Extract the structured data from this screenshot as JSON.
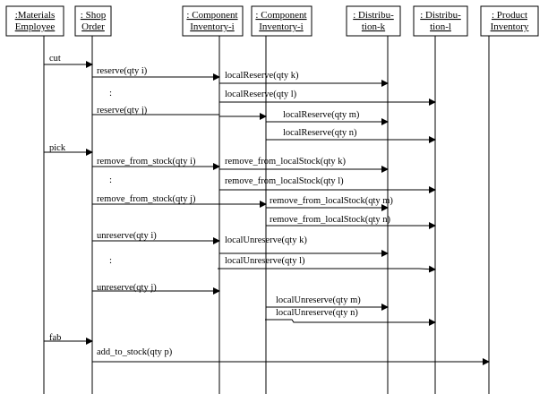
{
  "objects": [
    {
      "id": "materials-employee",
      "line1": ":Materials",
      "line2": "Employee"
    },
    {
      "id": "shop-order",
      "line1": ": Shop",
      "line2": "Order"
    },
    {
      "id": "component-inventory-1",
      "line1": ": Component",
      "line2": "Inventory-i"
    },
    {
      "id": "component-inventory-2",
      "line1": ": Component",
      "line2": "Inventory-i"
    },
    {
      "id": "distribution-k",
      "line1": ": Distribu-",
      "line2": "tion-k"
    },
    {
      "id": "distribution-l",
      "line1": ": Distribu-",
      "line2": "tion-l"
    },
    {
      "id": "product-inventory",
      "line1": ": Product",
      "line2": "Inventory"
    }
  ],
  "messages": [
    {
      "label": "cut"
    },
    {
      "label": "reserve(qty i)"
    },
    {
      "label": "localReserve(qty k)"
    },
    {
      "label": "localReserve(qty l)"
    },
    {
      "label": "reserve(qty j)"
    },
    {
      "label": "localReserve(qty m)"
    },
    {
      "label": "localReserve(qty n)"
    },
    {
      "label": "pick"
    },
    {
      "label": "remove_from_stock(qty i)"
    },
    {
      "label": "remove_from_localStock(qty k)"
    },
    {
      "label": "remove_from_localStock(qty l)"
    },
    {
      "label": "remove_from_stock(qty j)"
    },
    {
      "label": "remove_from_localStock(qty m)"
    },
    {
      "label": "remove_from_localStock(qty n)"
    },
    {
      "label": "unreserve(qty i)"
    },
    {
      "label": "localUnreserve(qty k)"
    },
    {
      "label": "localUnreserve(qty l)"
    },
    {
      "label": "unreserve(qty j)"
    },
    {
      "label": "localUnreserve(qty m)"
    },
    {
      "label": "localUnreserve(qty n)"
    },
    {
      "label": "fab"
    },
    {
      "label": "add_to_stock(qty p)"
    }
  ],
  "continuation": ":"
}
